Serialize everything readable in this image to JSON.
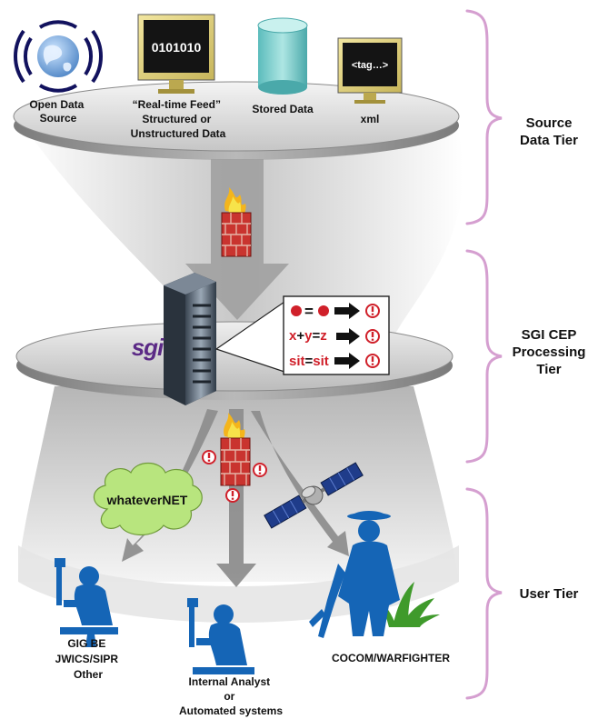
{
  "sources": {
    "open": [
      "Open Data",
      "Source"
    ],
    "feed": [
      "“Real-time Feed”",
      "Structured or",
      "Unstructured Data"
    ],
    "feed_screen": "0101010",
    "stored": "Stored Data",
    "xml": "xml",
    "xml_screen": "<tag…>"
  },
  "tiers": {
    "source": [
      "Source",
      "Data Tier"
    ],
    "processing": [
      "SGI CEP",
      "Processing",
      "Tier"
    ],
    "user": "User Tier"
  },
  "vendor_logo": "sgi",
  "rules": {
    "row1": {
      "op": "="
    },
    "row2": {
      "a": "x",
      "op1": "+",
      "b": "y",
      "op2": "=",
      "c": "z"
    },
    "row3": {
      "a": "sit",
      "op": "=",
      "b": "sit"
    }
  },
  "cloud_label": "whateverNET",
  "users": {
    "gig": [
      "GIG BE",
      "JWICS/SIPR",
      "Other"
    ],
    "analyst": [
      "Internal Analyst",
      "or",
      "Automated systems"
    ],
    "cocom": "COCOM/WARFIGHTER"
  },
  "colors": {
    "bracket": "#d59fd0",
    "rule_red": "#d0202a",
    "user_blue": "#1565b6",
    "cloud": "#b8e57e",
    "logo_purple": "#5b2a86"
  }
}
